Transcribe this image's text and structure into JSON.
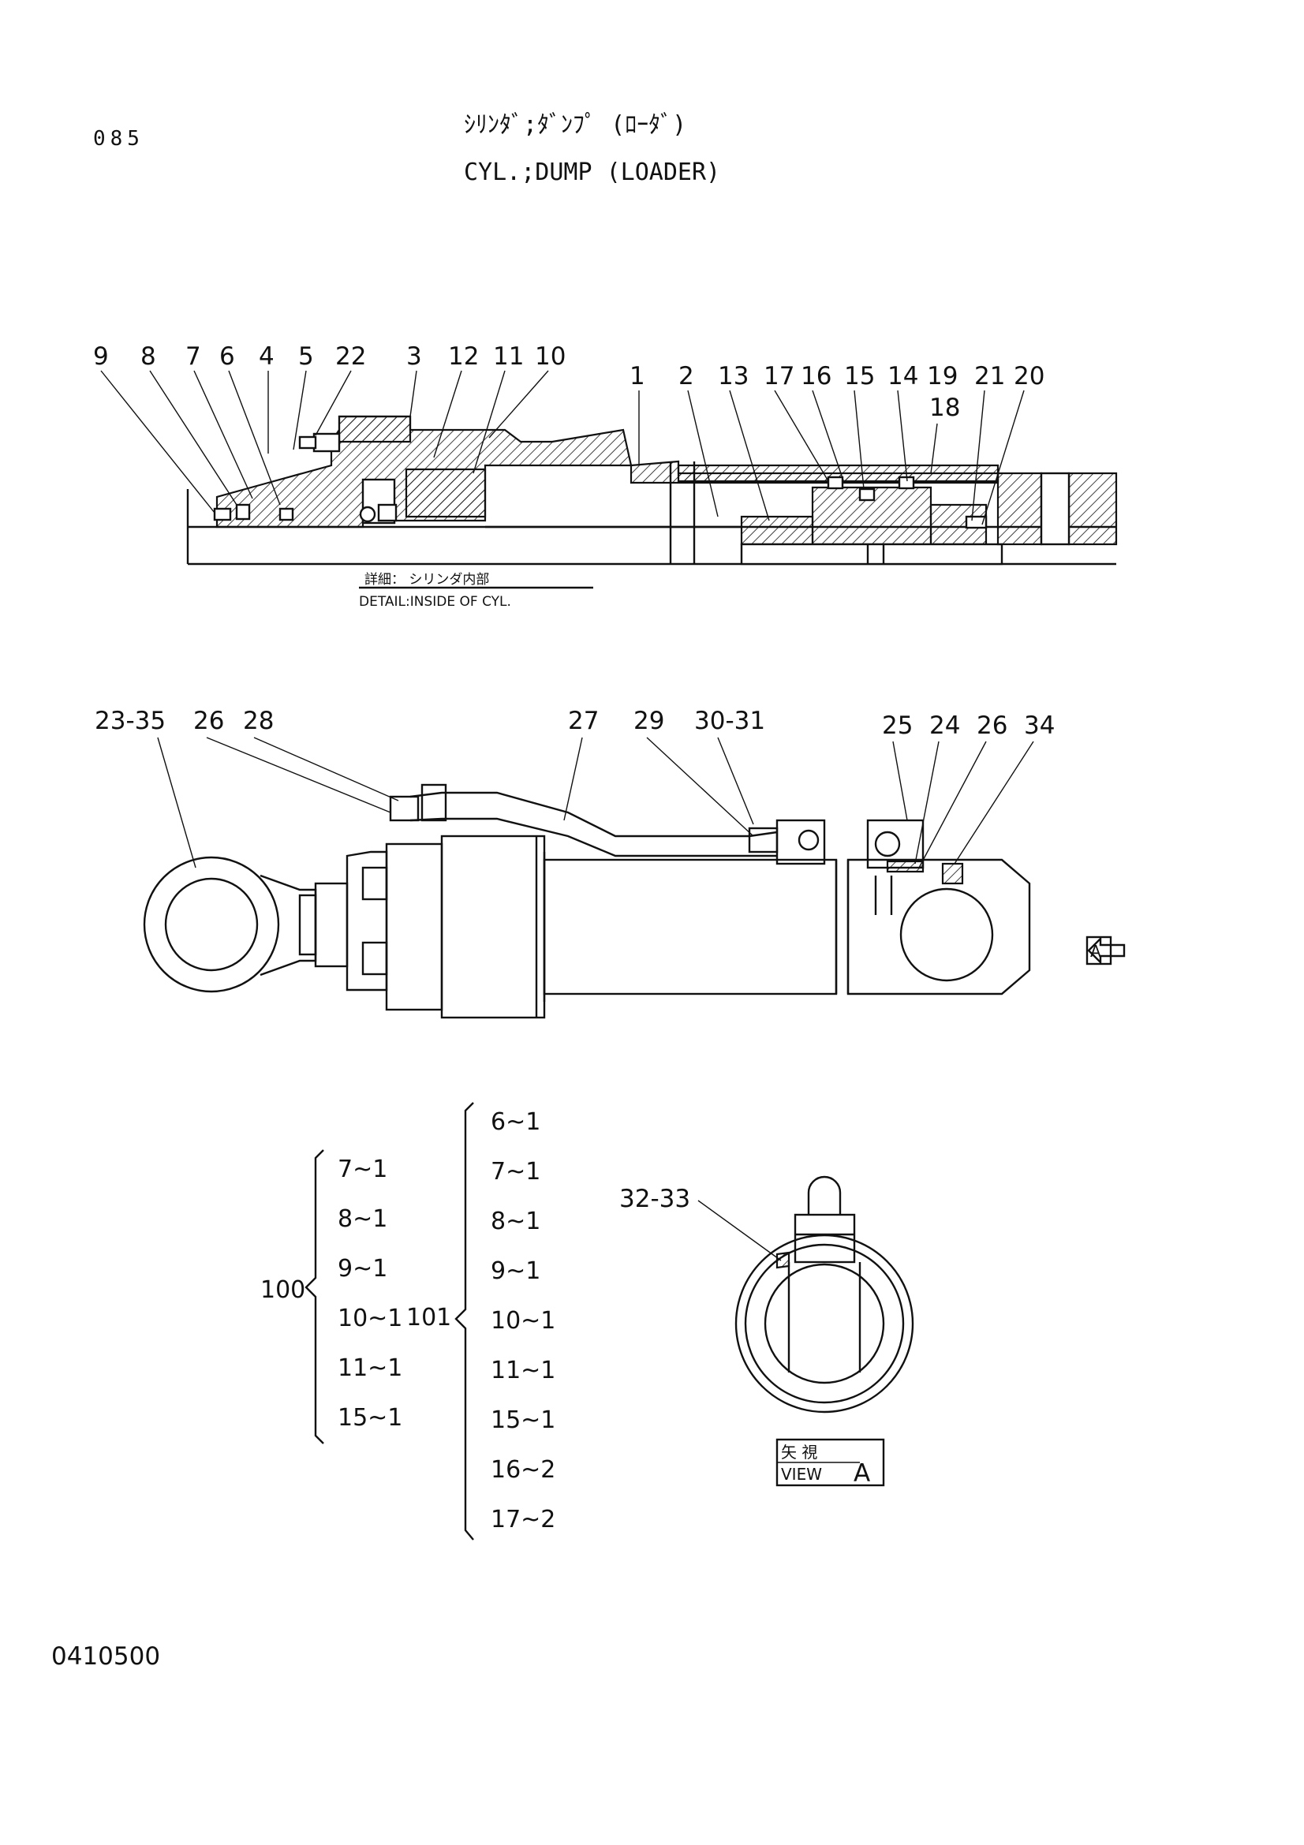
{
  "header": {
    "page_number": "085",
    "title_jp": "ｼﾘﾝﾀﾞ;ﾀﾞﾝﾌﾟ (ﾛｰﾀﾞ)",
    "title_en": "CYL.;DUMP (LOADER)"
  },
  "detail": {
    "caption_jp": "詳細： シリンダ内部",
    "caption_en": "DETAIL:INSIDE OF CYL.",
    "callouts": [
      "9",
      "8",
      "7",
      "6",
      "4",
      "5",
      "22",
      "3",
      "12",
      "11",
      "10",
      "1",
      "2",
      "13",
      "17",
      "16",
      "15",
      "14",
      "19",
      "18",
      "21",
      "20"
    ]
  },
  "assembly": {
    "callouts": [
      "23-35",
      "26",
      "28",
      "27",
      "29",
      "30-31",
      "25",
      "24",
      "26",
      "34"
    ],
    "view_marker": "A"
  },
  "view_a": {
    "callout": "32-33",
    "label_jp": "矢 視",
    "label_en": "VIEW",
    "label_letter": "A"
  },
  "kits": [
    {
      "number": "100",
      "items": [
        "7~1",
        "8~1",
        "9~1",
        "10~1",
        "11~1",
        "15~1"
      ]
    },
    {
      "number": "101",
      "items": [
        "6~1",
        "7~1",
        "8~1",
        "9~1",
        "10~1",
        "11~1",
        "15~1",
        "16~2",
        "17~2"
      ]
    }
  ],
  "footer": {
    "code": "0410500"
  }
}
